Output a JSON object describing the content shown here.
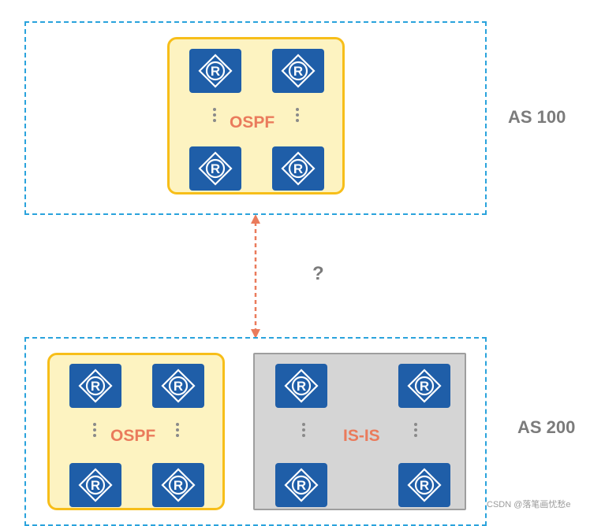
{
  "as_top": {
    "label": "AS 100",
    "area": {
      "label": "OSPF"
    }
  },
  "link": {
    "label": "?",
    "color": "#ea7b5c"
  },
  "as_bottom": {
    "label": "AS 200",
    "areas": [
      {
        "label": "OSPF"
      },
      {
        "label": "IS-IS"
      }
    ]
  },
  "router": {
    "letter": "R",
    "icon": "router-icon",
    "color": "#1f5ea8"
  },
  "colors": {
    "as_border": "#2aa3dc",
    "ospf_fill": "#fdf3c1",
    "ospf_border": "#f7be19",
    "isis_fill": "#d5d5d5",
    "area_label": "#ea7b5c"
  },
  "watermark": "CSDN @落笔画忧愁e"
}
